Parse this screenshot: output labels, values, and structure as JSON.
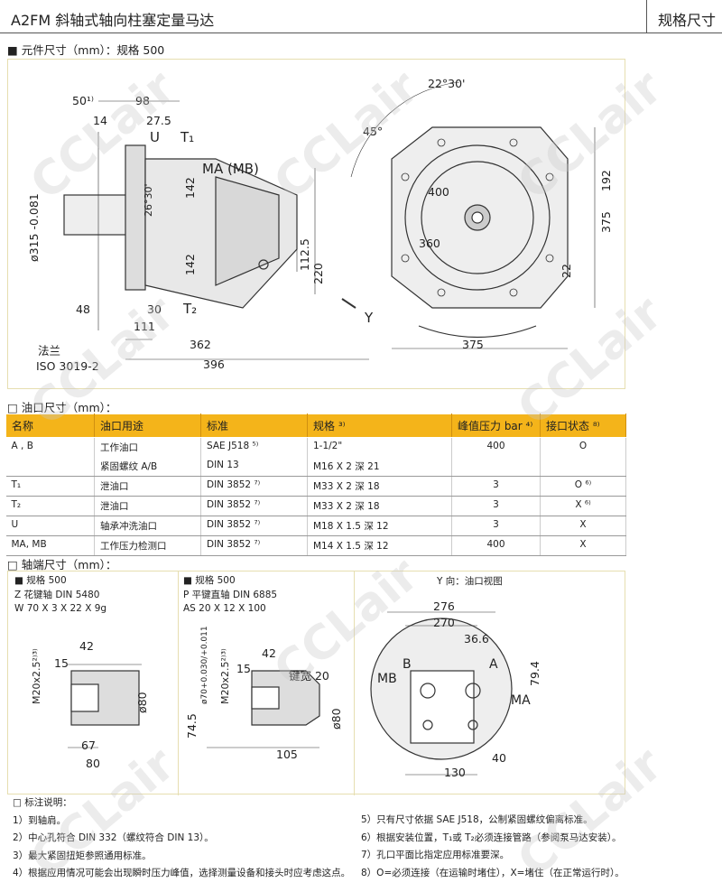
{
  "header": {
    "title": "A2FM 斜轴式轴向柱塞定量马达",
    "section": "规格尺寸"
  },
  "watermark": "CCLair",
  "component": {
    "heading": "■ 元件尺寸（mm）：规格 500",
    "labels": [
      "50¹⁾",
      "98",
      "14",
      "27.5",
      "U",
      "T₁",
      "MA (MB)",
      "26°30'",
      "142",
      "142",
      "ø315 -0.081",
      "112.5",
      "220",
      "48",
      "30",
      "T₂",
      "111",
      "362",
      "396",
      "法兰",
      "ISO 3019-2",
      "Y",
      "22°30'",
      "45°",
      "400",
      "360",
      "192",
      "375",
      "22",
      "375"
    ]
  },
  "ports": {
    "heading": "油口尺寸（mm）：",
    "columns": [
      "名称",
      "油口用途",
      "标准",
      "规格 ³⁾",
      "峰值压力 bar ⁴⁾",
      "接口状态 ⁸⁾"
    ],
    "rows": [
      [
        "A , B",
        "工作油口",
        "SAE J518 ⁵⁾",
        "1-1/2\"",
        "400",
        "O"
      ],
      [
        "",
        "紧固螺纹 A/B",
        "DIN 13",
        "M16 X 2 深 21",
        "",
        ""
      ],
      [
        "T₁",
        "泄油口",
        "DIN 3852 ⁷⁾",
        "M33 X 2 深 18",
        "3",
        "O ⁶⁾"
      ],
      [
        "T₂",
        "泄油口",
        "DIN 3852 ⁷⁾",
        "M33 X 2 深 18",
        "3",
        "X ⁶⁾"
      ],
      [
        "U",
        "轴承冲洗油口",
        "DIN 3852 ⁷⁾",
        "M18 X 1.5 深 12",
        "3",
        "X"
      ],
      [
        "MA, MB",
        "工作压力检测口",
        "DIN 3852 ⁷⁾",
        "M14 X 1.5 深 12",
        "400",
        "X"
      ]
    ]
  },
  "shaft": {
    "heading": "轴端尺寸（mm）：",
    "spline": {
      "lines": [
        "■ 规格 500",
        "Z 花键轴 DIN 5480",
        "W 70 X 3 X 22 X 9g"
      ],
      "labels": [
        "42",
        "15",
        "M20x2.5²⁾³⁾",
        "ø80",
        "67",
        "80"
      ]
    },
    "key": {
      "lines": [
        "■ 规格 500",
        "P 平键直轴 DIN 6885",
        "AS 20 X 12 X 100"
      ],
      "labels": [
        "42",
        "15",
        "ø70+0.030/+0.011",
        "M20x2.5²⁾³⁾",
        "键宽 20",
        "74.5",
        "ø80",
        "105"
      ]
    },
    "yview": {
      "title": "Y 向：油口视图",
      "labels": [
        "276",
        "270",
        "36.6",
        "B",
        "A",
        "MB",
        "MA",
        "79.4",
        "40",
        "130"
      ]
    }
  },
  "notes": {
    "heading": "标注说明：",
    "left": [
      "1）到轴肩。",
      "2）中心孔符合 DIN 332（螺纹符合 DIN 13）。",
      "3）最大紧固扭矩参照通用标准。",
      "4）根据应用情况可能会出现瞬时压力峰值，选择测量设备和接头时应考虑这点。"
    ],
    "right": [
      "5）只有尺寸依据 SAE J518，公制紧固螺纹偏离标准。",
      "6）根据安装位置，T₁或 T₂必须连接管路（参阅泵马达安装）。",
      "7）孔口平面比指定应用标准要深。",
      "8）O=必须连接（在运输时堵住），X=堵住（在正常运行时）。"
    ]
  }
}
